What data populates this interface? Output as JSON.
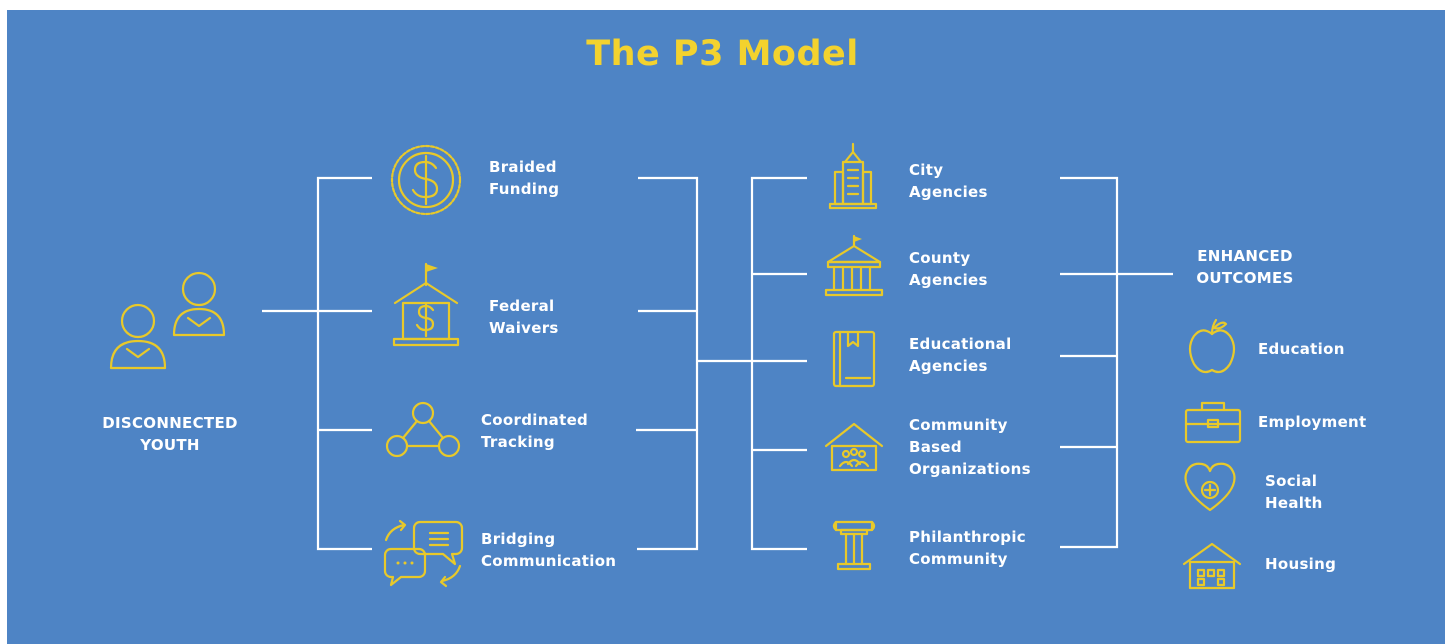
{
  "title": "The P3 Model",
  "colors": {
    "background": "#4e84c5",
    "accent": "#f3d22e",
    "text": "#ffffff",
    "lines": "#ffffff"
  },
  "youth": {
    "label": "DISCONNECTED\nYOUTH",
    "icon": "two-people-icon"
  },
  "strategies": [
    {
      "label": "Braided\nFunding",
      "icon": "dollar-coin-icon"
    },
    {
      "label": "Federal\nWaivers",
      "icon": "federal-building-dollar-icon"
    },
    {
      "label": "Coordinated\nTracking",
      "icon": "network-nodes-icon"
    },
    {
      "label": "Bridging\nCommunication",
      "icon": "speech-bubbles-icon"
    }
  ],
  "partners": [
    {
      "label": "City\nAgencies",
      "icon": "skyscraper-icon"
    },
    {
      "label": "County\nAgencies",
      "icon": "courthouse-icon"
    },
    {
      "label": "Educational\nAgencies",
      "icon": "book-icon"
    },
    {
      "label": "Community\nBased\nOrganizations",
      "icon": "community-house-icon"
    },
    {
      "label": "Philanthropic\nCommunity",
      "icon": "column-icon"
    }
  ],
  "outcomes": {
    "heading": "ENHANCED\nOUTCOMES",
    "items": [
      {
        "label": "Education",
        "icon": "apple-icon"
      },
      {
        "label": "Employment",
        "icon": "briefcase-icon"
      },
      {
        "label": "Social\nHealth",
        "icon": "heart-plus-icon"
      },
      {
        "label": "Housing",
        "icon": "house-icon"
      }
    ]
  }
}
